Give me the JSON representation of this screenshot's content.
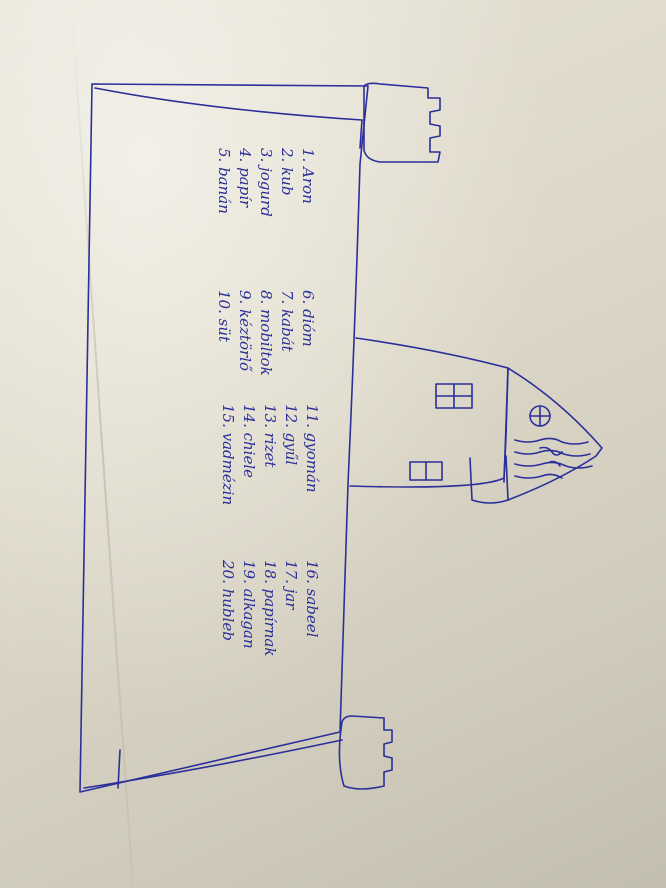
{
  "drawing": {
    "ink_color": "#2b2f9a",
    "paper_color": "#ddd8c8",
    "list_columns": [
      {
        "items": [
          "1. Aron",
          "2. kub",
          "3. jogurd",
          "4. papír",
          "5. banán"
        ]
      },
      {
        "items": [
          "6. dióm",
          "7. kabát",
          "8. mobiltok",
          "9. kéztörlő",
          "10. süt"
        ]
      },
      {
        "items": [
          "11. gyomán",
          "12. gyűl",
          "13. rizet",
          "14. chiele",
          "15. vadmézin"
        ]
      },
      {
        "items": [
          "16. sabeel",
          "17. jar",
          "18. papírnak",
          "19. alkagan",
          "20. hubleb"
        ]
      }
    ]
  }
}
